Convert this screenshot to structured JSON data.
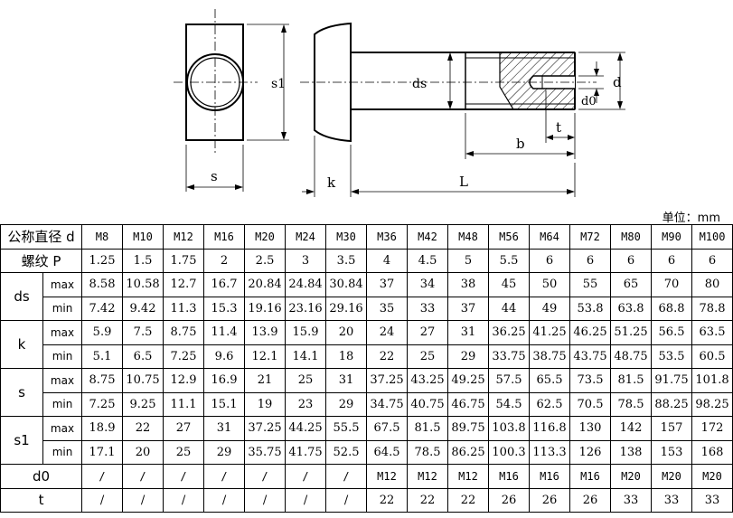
{
  "drawing": {
    "labels": {
      "s1": "s1",
      "s": "s",
      "ds": "ds",
      "d": "d",
      "d0": "d0",
      "t": "t",
      "b": "b",
      "k": "k",
      "L": "L"
    }
  },
  "unit_label": "单位：mm",
  "table": {
    "header_label": "公称直径 d",
    "sizes": [
      "M8",
      "M10",
      "M12",
      "M16",
      "M20",
      "M24",
      "M30",
      "M36",
      "M42",
      "M48",
      "M56",
      "M64",
      "M72",
      "M80",
      "M90",
      "M100"
    ],
    "pitch": {
      "label": "螺纹  P",
      "values": [
        "1.25",
        "1.5",
        "1.75",
        "2",
        "2.5",
        "3",
        "3.5",
        "4",
        "4.5",
        "5",
        "5.5",
        "6",
        "6",
        "6",
        "6",
        "6"
      ]
    },
    "groups": [
      {
        "param": "ds",
        "rows": [
          {
            "sub": "max",
            "values": [
              "8.58",
              "10.58",
              "12.7",
              "16.7",
              "20.84",
              "24.84",
              "30.84",
              "37",
              "34",
              "38",
              "45",
              "50",
              "55",
              "65",
              "70",
              "80"
            ]
          },
          {
            "sub": "min",
            "values": [
              "7.42",
              "9.42",
              "11.3",
              "15.3",
              "19.16",
              "23.16",
              "29.16",
              "35",
              "33",
              "37",
              "44",
              "49",
              "53.8",
              "63.8",
              "68.8",
              "78.8"
            ]
          }
        ]
      },
      {
        "param": "k",
        "rows": [
          {
            "sub": "max",
            "values": [
              "5.9",
              "7.5",
              "8.75",
              "11.4",
              "13.9",
              "15.9",
              "20",
              "24",
              "27",
              "31",
              "36.25",
              "41.25",
              "46.25",
              "51.25",
              "56.5",
              "63.5"
            ]
          },
          {
            "sub": "min",
            "values": [
              "5.1",
              "6.5",
              "7.25",
              "9.6",
              "12.1",
              "14.1",
              "18",
              "22",
              "25",
              "29",
              "33.75",
              "38.75",
              "43.75",
              "48.75",
              "53.5",
              "60.5"
            ]
          }
        ]
      },
      {
        "param": "s",
        "rows": [
          {
            "sub": "max",
            "values": [
              "8.75",
              "10.75",
              "12.9",
              "16.9",
              "21",
              "25",
              "31",
              "37.25",
              "43.25",
              "49.25",
              "57.5",
              "65.5",
              "73.5",
              "81.5",
              "91.75",
              "101.8"
            ]
          },
          {
            "sub": "min",
            "values": [
              "7.25",
              "9.25",
              "11.1",
              "15.1",
              "19",
              "23",
              "29",
              "34.75",
              "40.75",
              "46.75",
              "54.5",
              "62.5",
              "70.5",
              "78.5",
              "88.25",
              "98.25"
            ]
          }
        ]
      },
      {
        "param": "s1",
        "rows": [
          {
            "sub": "max",
            "values": [
              "18.9",
              "22",
              "27",
              "31",
              "37.25",
              "44.25",
              "55.5",
              "67.5",
              "81.5",
              "89.75",
              "103.8",
              "116.8",
              "130",
              "142",
              "157",
              "172"
            ]
          },
          {
            "sub": "min",
            "values": [
              "17.1",
              "20",
              "25",
              "29",
              "35.75",
              "41.75",
              "52.5",
              "64.5",
              "78.5",
              "86.25",
              "100.3",
              "113.3",
              "126",
              "138",
              "153",
              "168"
            ]
          }
        ]
      }
    ],
    "d0": {
      "label": "d0",
      "values": [
        "/",
        "/",
        "/",
        "/",
        "/",
        "/",
        "/",
        "M12",
        "M12",
        "M12",
        "M16",
        "M16",
        "M16",
        "M20",
        "M20",
        "M20"
      ]
    },
    "t": {
      "label": "t",
      "values": [
        "/",
        "/",
        "/",
        "/",
        "/",
        "/",
        "/",
        "22",
        "22",
        "22",
        "26",
        "26",
        "26",
        "33",
        "33",
        "33"
      ]
    }
  }
}
